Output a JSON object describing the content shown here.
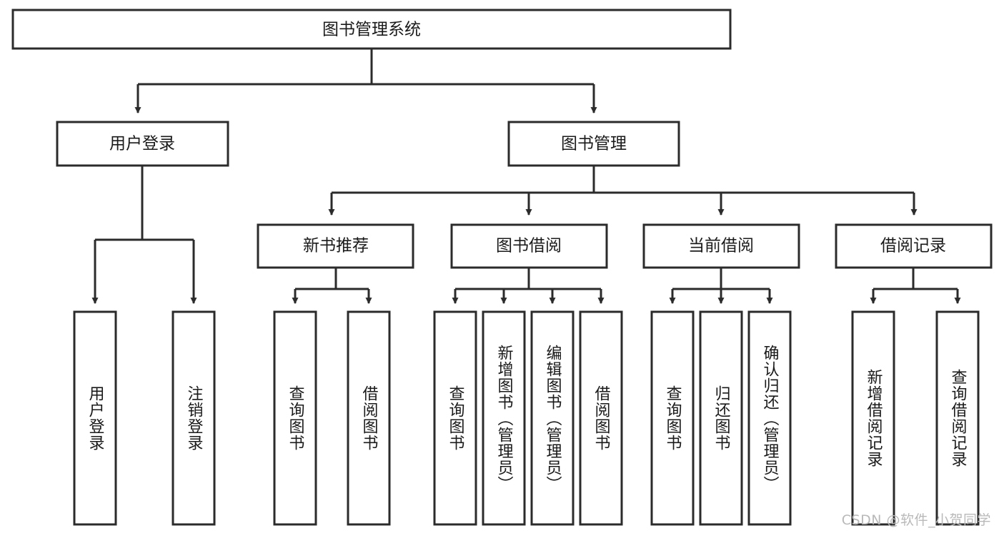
{
  "diagram": {
    "type": "tree",
    "title": "图书管理系统",
    "watermark": "CSDN @软件_小贺同学",
    "colors": {
      "stroke": "#2b2b2b",
      "box_fill": "#ffffff",
      "text": "#1a1a1a",
      "background": "#ffffff",
      "watermark": "#b9b9b9"
    },
    "root": {
      "label": "图书管理系统"
    },
    "level2": [
      {
        "id": "user-login",
        "label": "用户登录"
      },
      {
        "id": "book-manage",
        "label": "图书管理"
      }
    ],
    "level3": [
      {
        "id": "new-book-recommend",
        "label": "新书推荐",
        "parent": "book-manage"
      },
      {
        "id": "book-borrow",
        "label": "图书借阅",
        "parent": "book-manage"
      },
      {
        "id": "current-borrow",
        "label": "当前借阅",
        "parent": "book-manage"
      },
      {
        "id": "borrow-record",
        "label": "借阅记录",
        "parent": "book-manage"
      }
    ],
    "leaves": {
      "user-login": [
        {
          "id": "leaf-user-login",
          "label": "用户登录"
        },
        {
          "id": "leaf-user-logout",
          "label": "注销登录"
        }
      ],
      "new-book-recommend": [
        {
          "id": "leaf-query-book-1",
          "label": "查询图书"
        },
        {
          "id": "leaf-borrow-book-1",
          "label": "借阅图书"
        }
      ],
      "book-borrow": [
        {
          "id": "leaf-query-book-2",
          "label": "查询图书"
        },
        {
          "id": "leaf-add-book",
          "label": "新增图书（管理员）"
        },
        {
          "id": "leaf-edit-book",
          "label": "编辑图书（管理员）"
        },
        {
          "id": "leaf-borrow-book-2",
          "label": "借阅图书"
        }
      ],
      "current-borrow": [
        {
          "id": "leaf-query-book-3",
          "label": "查询图书"
        },
        {
          "id": "leaf-return-book",
          "label": "归还图书"
        },
        {
          "id": "leaf-confirm-return",
          "label": "确认归还（管理员）"
        }
      ],
      "borrow-record": [
        {
          "id": "leaf-add-record",
          "label": "新增借阅记录"
        },
        {
          "id": "leaf-query-record",
          "label": "查询借阅记录"
        }
      ]
    }
  }
}
